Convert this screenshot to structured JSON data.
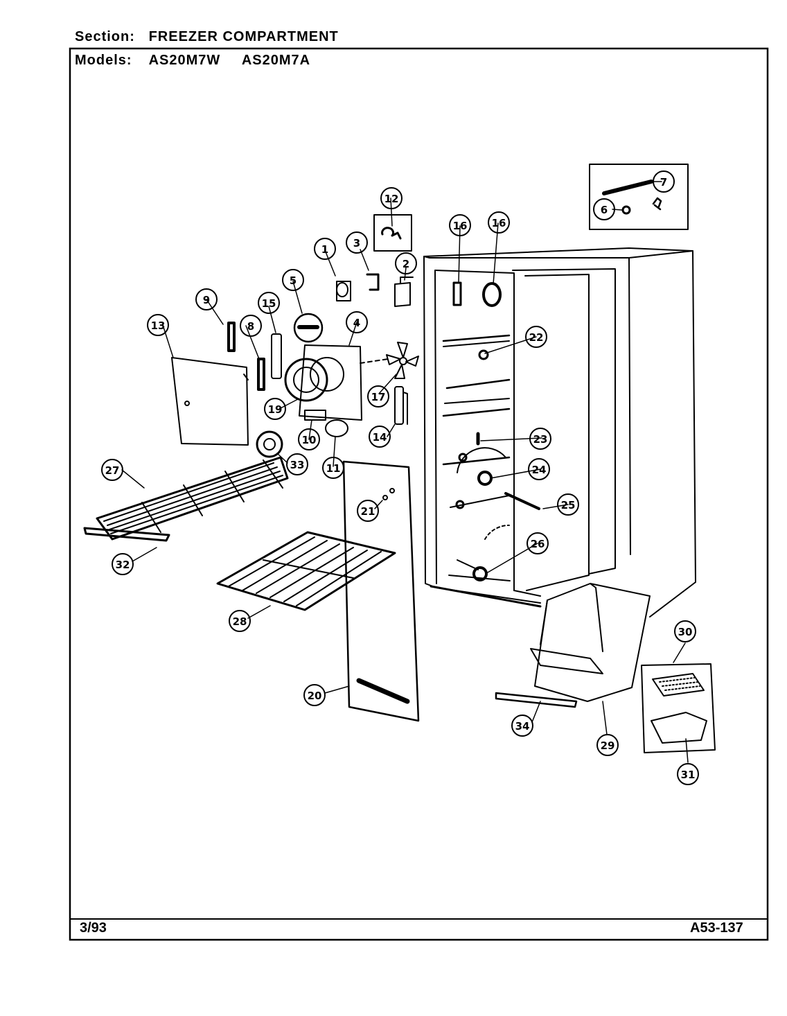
{
  "header": {
    "section_label": "Section:",
    "section_value": "FREEZER COMPARTMENT",
    "models_label": "Models:",
    "models": [
      "AS20M7W",
      "AS20M7A"
    ]
  },
  "footer": {
    "date": "3/93",
    "code": "A53-137"
  },
  "callouts": [
    "1",
    "2",
    "3",
    "4",
    "5",
    "6",
    "7",
    "8",
    "9",
    "10",
    "11",
    "12",
    "13",
    "14",
    "15",
    "16",
    "16",
    "17",
    "19",
    "20",
    "21",
    "22",
    "23",
    "24",
    "25",
    "26",
    "27",
    "28",
    "29",
    "30",
    "31",
    "32",
    "33",
    "34"
  ]
}
